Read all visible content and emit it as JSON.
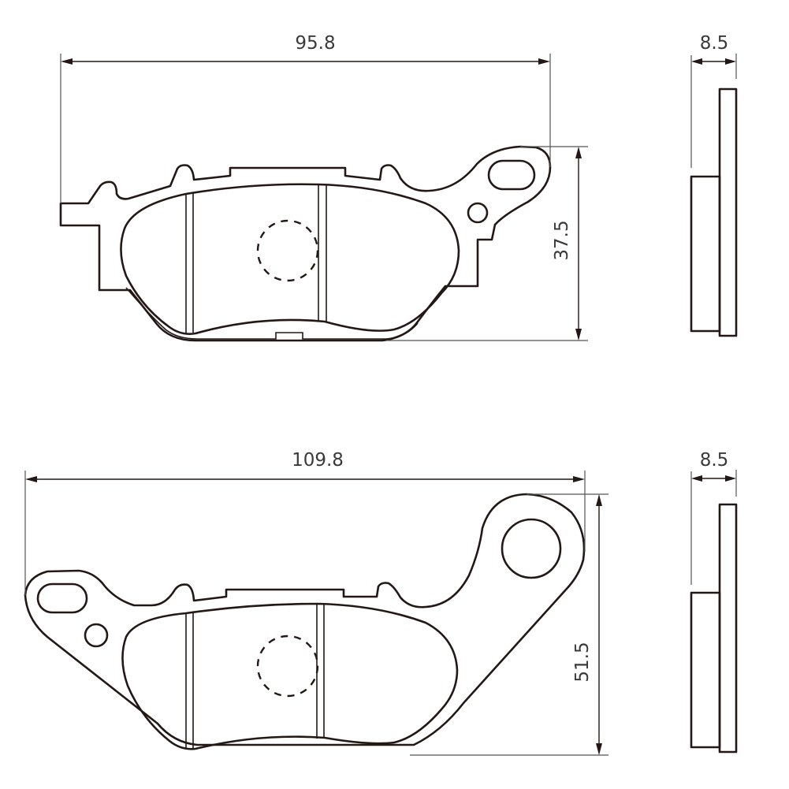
{
  "drawing": {
    "subject": "brake pad technical drawing",
    "line_color": "#231815",
    "background": "#ffffff"
  },
  "top_pad": {
    "width_label": "95.8",
    "height_label": "37.5",
    "thickness_label": "8.5"
  },
  "bottom_pad": {
    "width_label": "109.8",
    "height_label": "51.5",
    "thickness_label": "8.5"
  }
}
